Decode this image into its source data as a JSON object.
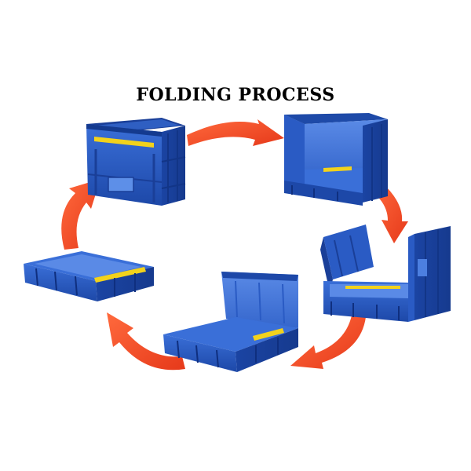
{
  "title": "FOLDING PROCESS",
  "colors": {
    "arrow": "#f04a26",
    "arrow_dark": "#e03a1a",
    "crate_front": "#2a5bc4",
    "crate_side": "#1b44a3",
    "crate_dark": "#0f2f7f",
    "crate_light": "#4c7fe0",
    "crate_rim": "#3a6fd8",
    "handle": "#f2d21c"
  },
  "steps": [
    {
      "state": "crate-fully-open"
    },
    {
      "state": "crate-front-wall-folded"
    },
    {
      "state": "crate-side-walls-opening"
    },
    {
      "state": "crate-one-side-folded"
    },
    {
      "state": "crate-fully-folded-flat"
    }
  ]
}
